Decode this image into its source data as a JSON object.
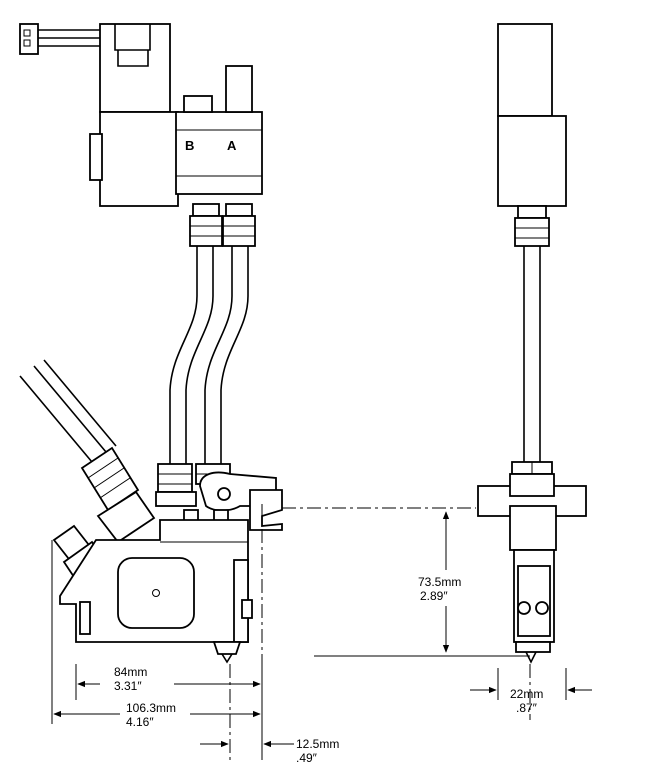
{
  "ports": {
    "b": "B",
    "a": "A"
  },
  "dimensions": {
    "width_short_mm": "84mm",
    "width_short_in": "3.31″",
    "width_long_mm": "106.3mm",
    "width_long_in": "4.16″",
    "offset_mm": "12.5mm",
    "offset_in": ".49″",
    "height_mm": "73.5mm",
    "height_in": "2.89″",
    "side_width_mm": "22mm",
    "side_width_in": ".87″"
  }
}
